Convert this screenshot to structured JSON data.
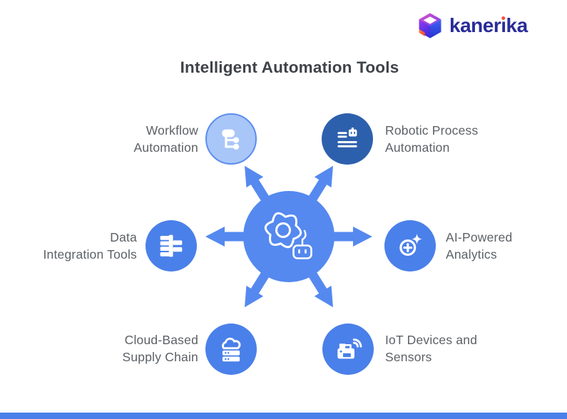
{
  "brand": {
    "name": "kanerika",
    "display_parts": [
      "kaner",
      "ı",
      "ka"
    ],
    "text_color": "#292c97",
    "dot_color": "#f4503a",
    "logo_icon": "kanerika-cube-logo"
  },
  "title": "Intelligent Automation Tools",
  "hub": {
    "icon": "gear-robot-icon",
    "arrow_count": 6
  },
  "nodes": [
    {
      "id": "workflow-automation",
      "label": "Workflow\nAutomation",
      "icon": "workflow-tree-icon",
      "style": "light",
      "position": "top-left"
    },
    {
      "id": "robotic-process-automation",
      "label": "Robotic Process\nAutomation",
      "icon": "robot-list-icon",
      "style": "dark",
      "position": "top-right"
    },
    {
      "id": "data-integration-tools",
      "label": "Data\nIntegration Tools",
      "icon": "data-merge-icon",
      "style": "normal",
      "position": "mid-left"
    },
    {
      "id": "ai-powered-analytics",
      "label": "AI-Powered\nAnalytics",
      "icon": "sparkle-plus-icon",
      "style": "normal",
      "position": "mid-right"
    },
    {
      "id": "cloud-based-supply-chain",
      "label": "Cloud-Based\nSupply Chain",
      "icon": "cloud-server-icon",
      "style": "normal",
      "position": "bottom-left"
    },
    {
      "id": "iot-devices-and-sensors",
      "label": "IoT Devices and\nSensors",
      "icon": "printer-wifi-icon",
      "style": "normal",
      "position": "bottom-right"
    }
  ],
  "colors": {
    "hub_blue": "#5589ef",
    "node_blue": "#4a80e9",
    "node_light_blue": "#a9c6f8",
    "node_light_border": "#5d8def",
    "node_dark_blue": "#2d60ac",
    "label_gray": "#5c6166",
    "title_gray": "#3e4348",
    "footer_bar_blue": "#4a80ea"
  }
}
